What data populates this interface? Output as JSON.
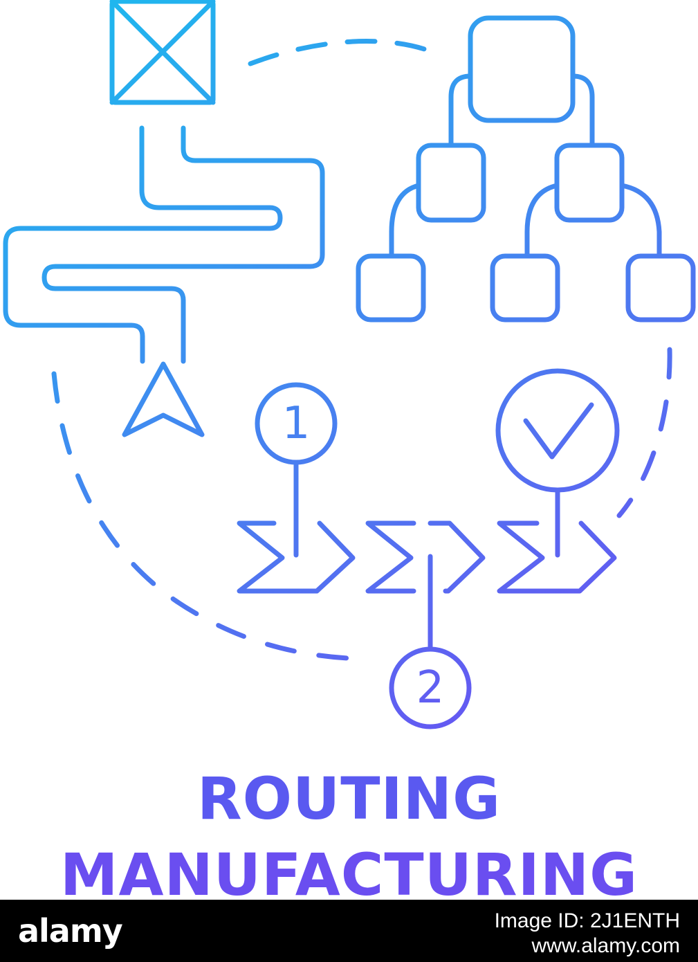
{
  "caption": {
    "line1": "ROUTING",
    "line2": "MANUFACTURING"
  },
  "step_numbers": [
    "1",
    "2"
  ],
  "footer": {
    "brand": "alamy",
    "stock_id": "Image ID: 2J1ENTH",
    "url": "www.alamy.com"
  },
  "colors": {
    "gradient_start": "#1fb7ee",
    "gradient_end": "#6c4ef2",
    "caption_start": "#5a59f0",
    "caption_end": "#6a4ef0",
    "footer_bg": "#000000",
    "footer_text": "#ffffff"
  },
  "icons": [
    "package-icon",
    "winding-path-icon",
    "location-arrow-icon",
    "hierarchy-tree-icon",
    "checkmark-icon",
    "process-chevrons-icon"
  ]
}
